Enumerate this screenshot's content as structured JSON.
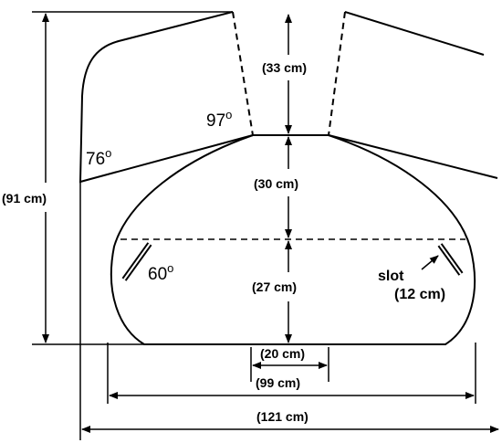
{
  "labels": {
    "top_gap": "(33 cm)",
    "middle_height": "(30 cm)",
    "lower_height": "(27 cm)",
    "total_height": "(91 cm)",
    "bottom_flat": "(20 cm)",
    "inner_width": "(99 cm)",
    "outer_width": "(121 cm)",
    "slot_word": "slot",
    "slot_length": "(12 cm)"
  },
  "angles": {
    "left_flap": "76",
    "top_flap": "97",
    "slot": "60",
    "degree_mark": "o"
  }
}
